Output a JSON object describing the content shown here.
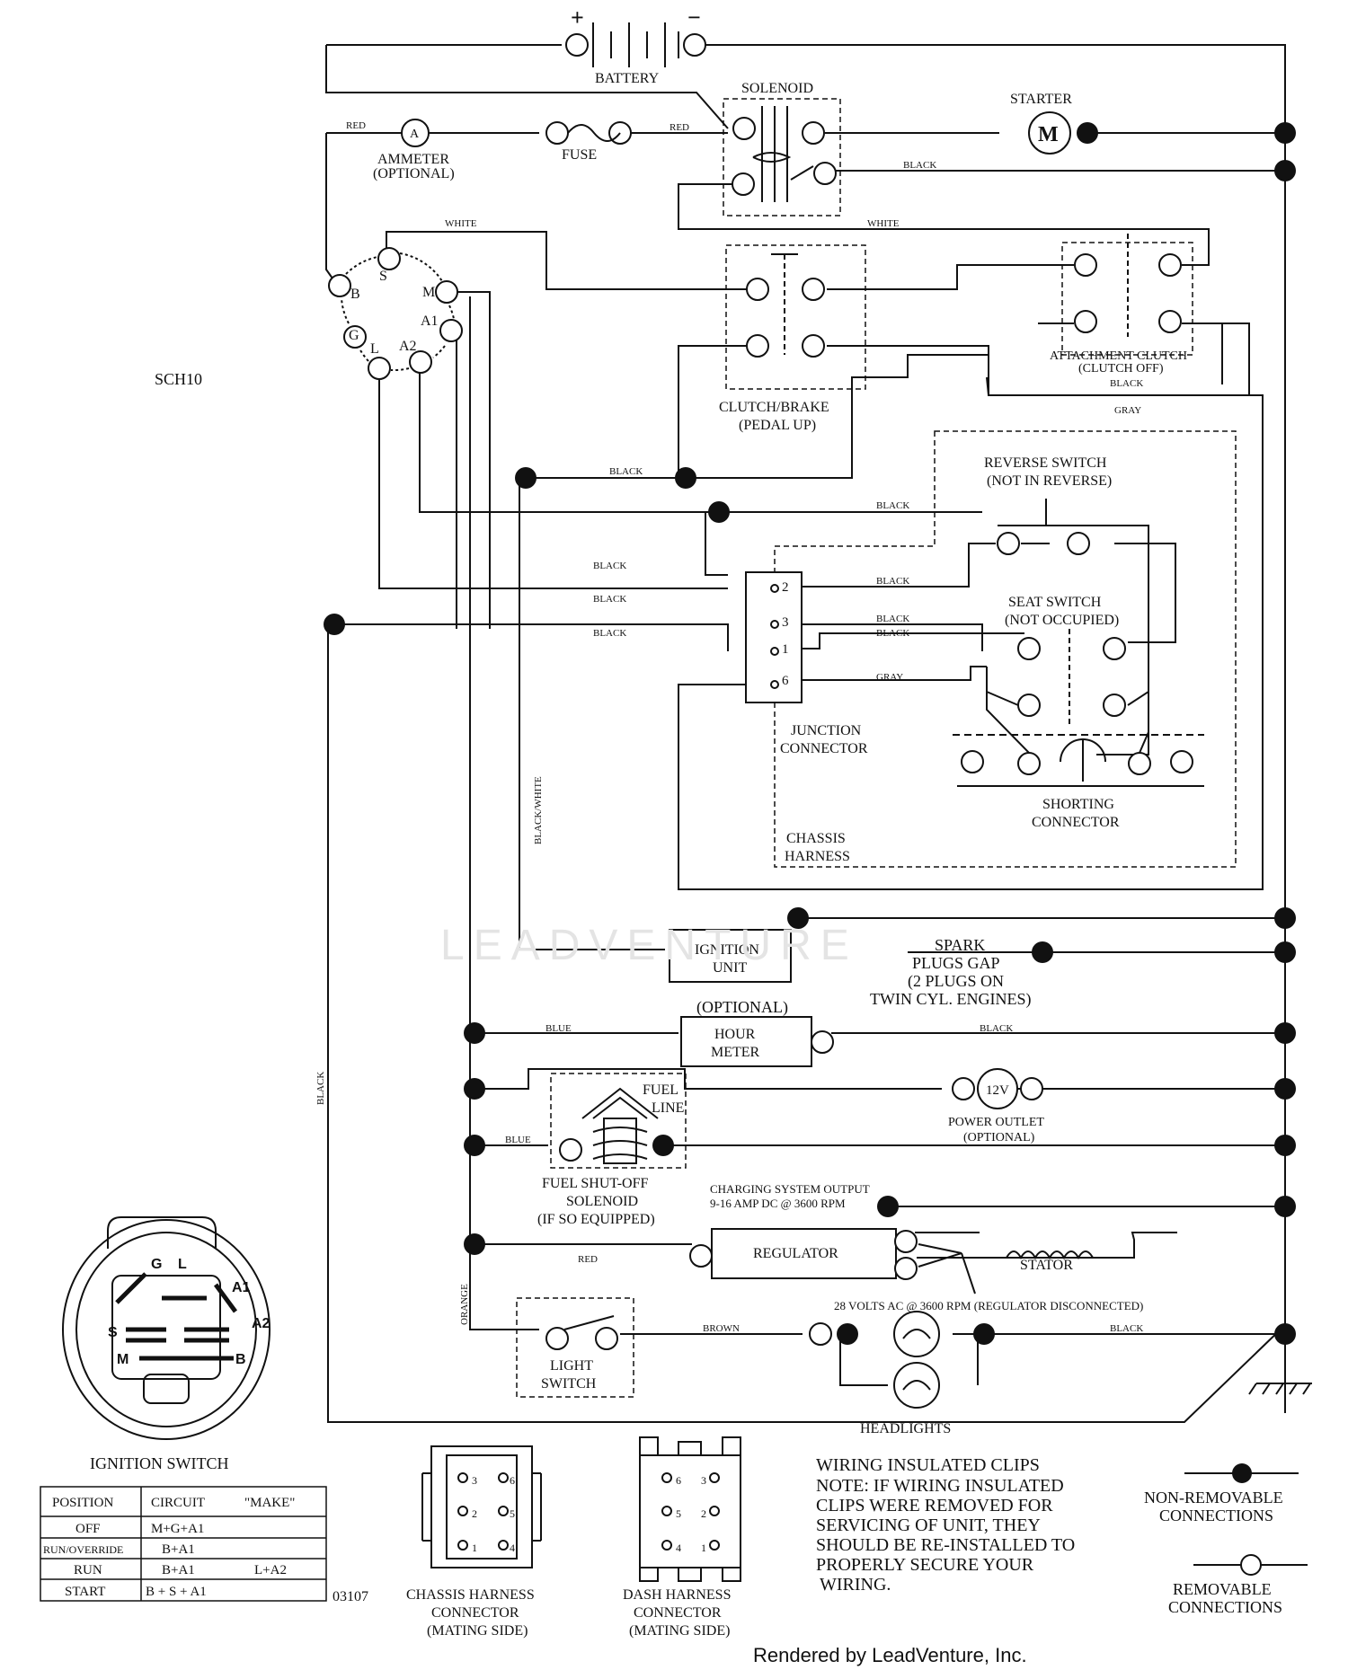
{
  "diagram_id": "SCH10",
  "drawing_number": "03107",
  "footer": "Rendered by LeadVenture, Inc.",
  "watermark": "LEADVENTURE",
  "components": {
    "battery": "BATTERY",
    "battery_plus": "+",
    "battery_minus": "−",
    "solenoid": "SOLENOID",
    "starter": "STARTER",
    "starter_symbol": "M",
    "ammeter_symbol": "A",
    "ammeter_line1": "AMMETER",
    "ammeter_line2": "(OPTIONAL)",
    "fuse": "FUSE",
    "clutch_brake_line1": "CLUTCH/BRAKE",
    "clutch_brake_line2": "(PEDAL UP)",
    "attachment_clutch_line1": "ATTACHMENT CLUTCH",
    "attachment_clutch_line2": "(CLUTCH OFF)",
    "reverse_switch_line1": "REVERSE SWITCH",
    "reverse_switch_line2": "(NOT IN REVERSE)",
    "seat_switch_line1": "SEAT SWITCH",
    "seat_switch_line2": "(NOT OCCUPIED)",
    "junction_line1": "JUNCTION",
    "junction_line2": "CONNECTOR",
    "chassis_harness_line1": "CHASSIS",
    "chassis_harness_line2": "HARNESS",
    "shorting_line1": "SHORTING",
    "shorting_line2": "CONNECTOR",
    "ignition_unit_line1": "IGNITION",
    "ignition_unit_line2": "UNIT",
    "spark_line1": "SPARK",
    "spark_line2": "PLUGS GAP",
    "spark_line3": "(2 PLUGS ON",
    "spark_line4": "TWIN CYL. ENGINES)",
    "hour_meter_opt": "(OPTIONAL)",
    "hour_meter_line1": "HOUR",
    "hour_meter_line2": "METER",
    "fuel_line_1": "FUEL",
    "fuel_line_2": "LINE",
    "power_outlet_symbol": "12V",
    "power_outlet_line1": "POWER OUTLET",
    "power_outlet_line2": "(OPTIONAL)",
    "fuel_solenoid_line1": "FUEL SHUT-OFF",
    "fuel_solenoid_line2": "SOLENOID",
    "fuel_solenoid_line3": "(IF SO EQUIPPED)",
    "charging_line1": "CHARGING SYSTEM OUTPUT",
    "charging_line2": "9-16 AMP DC @ 3600 RPM",
    "regulator": "REGULATOR",
    "stator": "STATOR",
    "stator_note": "28 VOLTS AC @ 3600 RPM (REGULATOR DISCONNECTED)",
    "light_switch_line1": "LIGHT",
    "light_switch_line2": "SWITCH",
    "headlights": "HEADLIGHTS"
  },
  "ignition_terminals": [
    "B",
    "S",
    "M",
    "A1",
    "A2",
    "L",
    "G"
  ],
  "junction_pins": [
    "2",
    "3",
    "1",
    "6"
  ],
  "wire_colors": {
    "red": "RED",
    "white": "WHITE",
    "black": "BLACK",
    "gray": "GRAY",
    "blue": "BLUE",
    "black_white": "BLACK/WHITE",
    "orange": "ORANGE",
    "brown": "BROWN"
  },
  "ignition_switch": {
    "title": "IGNITION SWITCH",
    "face_labels": [
      "G",
      "L",
      "A1",
      "S",
      "A2",
      "M",
      "B"
    ],
    "headers": [
      "POSITION",
      "CIRCUIT",
      "\"MAKE\""
    ],
    "rows": [
      {
        "position": "OFF",
        "circuit": "M+G+A1",
        "make": ""
      },
      {
        "position": "RUN/OVERRIDE",
        "circuit": "B+A1",
        "make": ""
      },
      {
        "position": "RUN",
        "circuit": "B+A1",
        "make": "L+A2"
      },
      {
        "position": "START",
        "circuit": "B + S + A1",
        "make": ""
      }
    ]
  },
  "chassis_connector": {
    "line1": "CHASSIS HARNESS",
    "line2": "CONNECTOR",
    "line3": "(MATING SIDE)",
    "pins": [
      "3",
      "6",
      "2",
      "5",
      "1",
      "4"
    ]
  },
  "dash_connector": {
    "line1": "DASH HARNESS",
    "line2": "CONNECTOR",
    "line3": "(MATING SIDE)",
    "pins": [
      "6",
      "3",
      "5",
      "2",
      "4",
      "1"
    ]
  },
  "notes": [
    "WIRING INSULATED CLIPS",
    "NOTE:  IF WIRING INSULATED",
    "CLIPS WERE REMOVED FOR",
    "SERVICING OF UNIT, THEY",
    "SHOULD BE RE-INSTALLED TO",
    "PROPERLY SECURE YOUR",
    "WIRING."
  ],
  "legend": {
    "non_removable_line1": "NON-REMOVABLE",
    "non_removable_line2": "CONNECTIONS",
    "removable_line1": "REMOVABLE",
    "removable_line2": "CONNECTIONS"
  }
}
